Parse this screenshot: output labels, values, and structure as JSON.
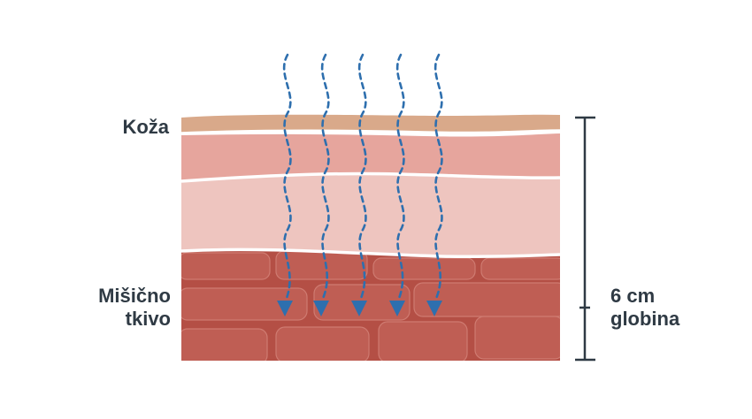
{
  "labels": {
    "skin": "Koža",
    "muscle_line1": "Mišično",
    "muscle_line2": "tkivo",
    "depth_line1": "6 cm",
    "depth_line2": "globina"
  },
  "colors": {
    "skin_surface": "#d9a98a",
    "dermis": "#e6a59d",
    "fat": "#eec5bf",
    "muscle_bg": "#b44f45",
    "muscle_fiber": "#bf5e54",
    "muscle_fiber_edge": "#cf7b71",
    "layer_divider": "#ffffff",
    "arrow": "#2e6fae",
    "bracket": "#2f3a44",
    "text": "#2f3a44"
  },
  "icons": [
    "wavy-dashed-arrow-icon",
    "depth-bracket-icon"
  ]
}
